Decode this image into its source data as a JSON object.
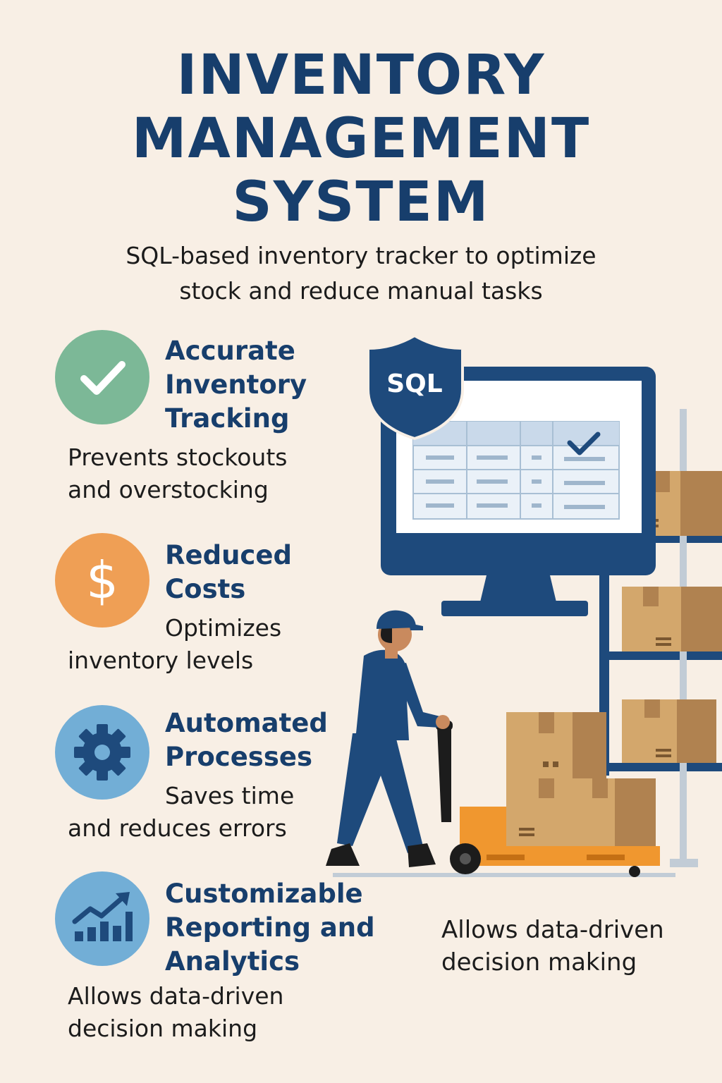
{
  "title": {
    "line1": "INVENTORY",
    "line2": "MANAGEMENT",
    "line3": "SYSTEM"
  },
  "subtitle": {
    "line1": "SQL-based inventory tracker to optimize",
    "line2": "stock and reduce manual tasks"
  },
  "features": [
    {
      "icon": "check-icon",
      "color": "#7cb897",
      "title": [
        "Accurate",
        "Inventory",
        "Tracking"
      ],
      "desc": [
        "Prevents stockouts",
        "and overstocking"
      ]
    },
    {
      "icon": "dollar-icon",
      "color": "#ef9f55",
      "title": [
        "Reduced",
        "Costs"
      ],
      "desc": [
        "Optimizes",
        "inventory levels"
      ]
    },
    {
      "icon": "gear-icon",
      "color": "#72aed6",
      "title": [
        "Automated",
        "Processes"
      ],
      "desc": [
        "Saves time",
        "and reduces errors"
      ]
    },
    {
      "icon": "chart-icon",
      "color": "#72aed6",
      "title": [
        "Customizable",
        "Reporting and",
        "Analytics"
      ],
      "desc": [
        "Allows data-driven",
        "decision making"
      ]
    }
  ],
  "side_desc": {
    "line1": "Allows data-driven",
    "line2": "decision making"
  },
  "illustration": {
    "shield_label": "SQL",
    "navy": "#1e4a7c",
    "box_color": "#d3a76c",
    "pallet_color": "#f0972f"
  }
}
